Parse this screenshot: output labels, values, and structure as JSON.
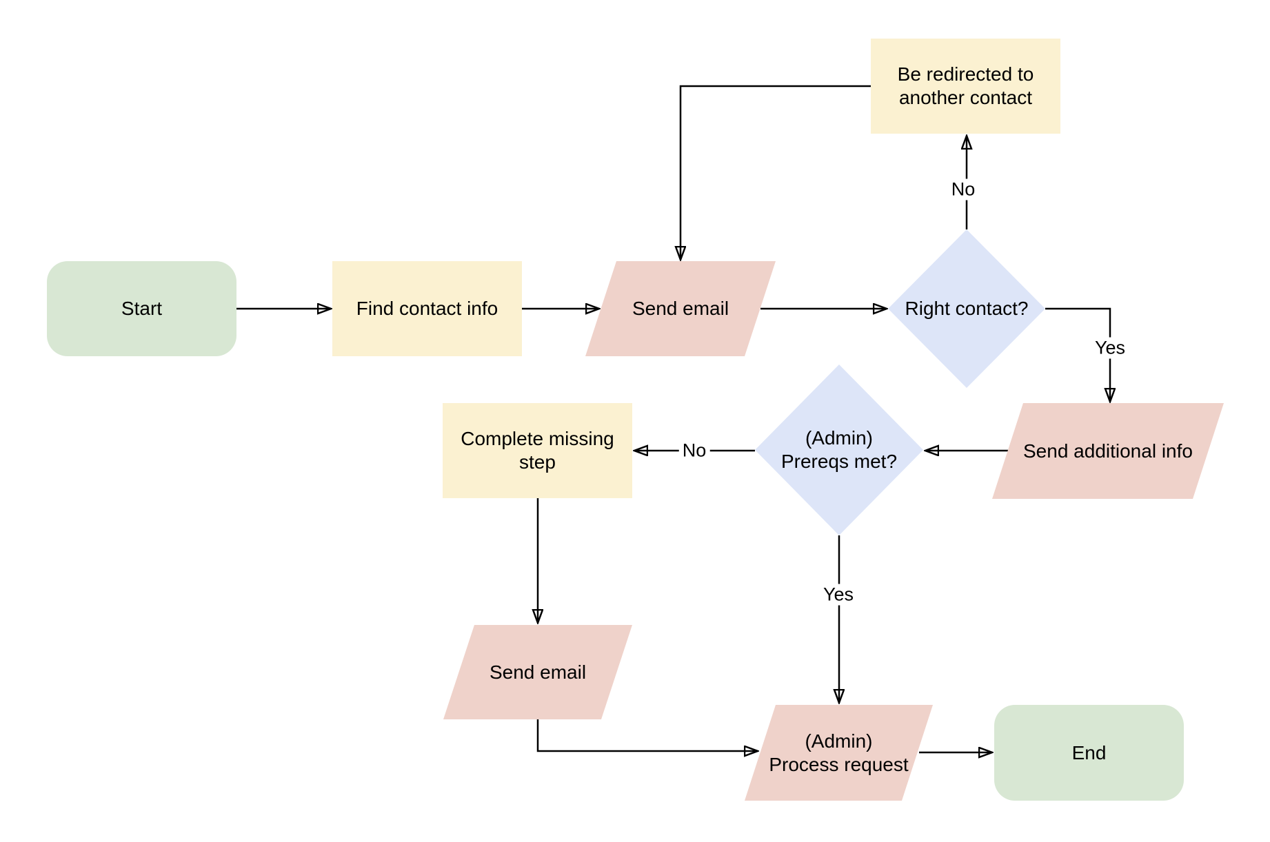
{
  "palette": {
    "canvas-bg": "#ffffff",
    "node-green": "#d8e7d3",
    "node-yellow": "#fbf1d1",
    "node-pink": "#efd2ca",
    "node-blue": "#dde5f8",
    "edge-stroke": "#000000",
    "text": "#000000"
  },
  "nodes": {
    "start": {
      "label": "Start",
      "shape": "rounded-rectangle",
      "fill": "green"
    },
    "find_contact_info": {
      "label": "Find contact info",
      "shape": "rectangle",
      "fill": "yellow"
    },
    "send_email_top": {
      "label": "Send email",
      "shape": "parallelogram",
      "fill": "pink"
    },
    "right_contact": {
      "label": "Right contact?",
      "shape": "diamond",
      "fill": "blue"
    },
    "be_redirected": {
      "label": "Be redirected to\nanother contact",
      "shape": "rectangle",
      "fill": "yellow"
    },
    "send_additional_info": {
      "label": "Send additional info",
      "shape": "parallelogram",
      "fill": "pink"
    },
    "prereqs_met": {
      "label": "(Admin)\nPrereqs met?",
      "shape": "diamond",
      "fill": "blue"
    },
    "complete_missing_step": {
      "label": "Complete missing\nstep",
      "shape": "rectangle",
      "fill": "yellow"
    },
    "send_email_bottom": {
      "label": "Send email",
      "shape": "parallelogram",
      "fill": "pink"
    },
    "process_request": {
      "label": "(Admin)\nProcess request",
      "shape": "parallelogram",
      "fill": "pink"
    },
    "end": {
      "label": "End",
      "shape": "rounded-rectangle",
      "fill": "green"
    }
  },
  "edge_labels": {
    "right_contact_no": "No",
    "right_contact_yes": "Yes",
    "prereqs_met_no": "No",
    "prereqs_met_yes": "Yes"
  }
}
